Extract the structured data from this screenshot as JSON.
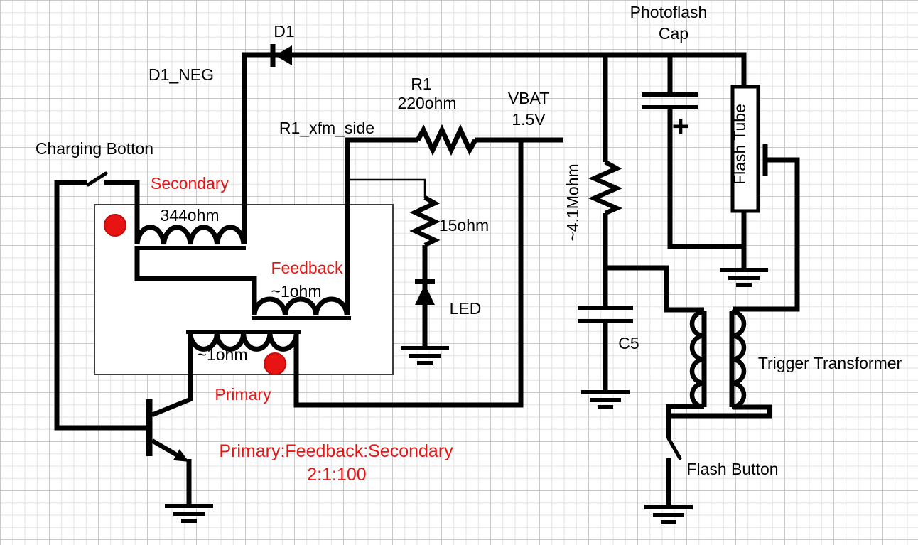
{
  "diagram": {
    "labels": {
      "d1": "D1",
      "d1_neg": "D1_NEG",
      "charging_button": "Charging Botton",
      "secondary": "Secondary",
      "secondary_resistance": "344ohm",
      "feedback": "Feedback",
      "feedback_resistance": "~1ohm",
      "r1_name": "R1",
      "r1_value": "220ohm",
      "r1_xfm_side": "R1_xfm_side",
      "vbat": "VBAT",
      "vbat_value": "1.5V",
      "led_resistor_value": "15ohm",
      "led": "LED",
      "photoflash_line1": "Photoflash",
      "photoflash_line2": "Cap",
      "cap_plus": "+",
      "bleed_resistor_value": "~4.1Mohm",
      "flash_tube": "Flash Tube",
      "c5": "C5",
      "trigger_transformer": "Trigger Transformer",
      "primary": "Primary",
      "primary_resistance": "~1ohm",
      "ratio_line1": "Primary:Feedback:Secondary",
      "ratio_line2": "2:1:100",
      "flash_button": "Flash Button"
    },
    "colors": {
      "wire": "#000000",
      "accent_red": "#e81414",
      "background": "#ffffff",
      "grid_minor": "#e2e2e2",
      "grid_major": "#c9c9c9"
    }
  }
}
